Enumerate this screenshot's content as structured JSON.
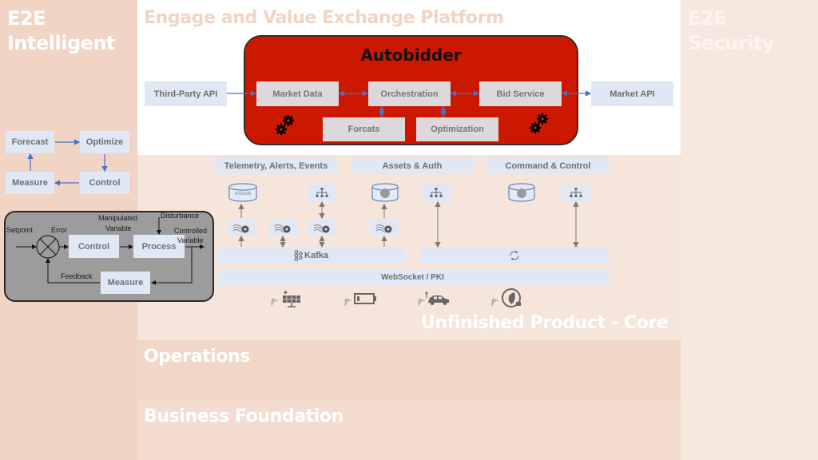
{
  "columns": {
    "left": {
      "line1": "E2E",
      "line2": "Intelligent"
    },
    "right": {
      "line1": "E2E",
      "line2": "Security"
    }
  },
  "platform": {
    "title": "Engage and Value Exchange Platform"
  },
  "autobidder": {
    "title": "Autobidder",
    "modules": {
      "market_data": "Market Data",
      "orchestration": "Orchestration",
      "bid_service": "Bid Service",
      "forecast": "Forcats",
      "optimization": "Optimization"
    },
    "external": {
      "third_party_api": "Third-Party API",
      "market_api": "Market API"
    },
    "icons": [
      "gears-icon",
      "gears-icon"
    ]
  },
  "cycle": {
    "forecast": "Forecast",
    "optimize": "Optimize",
    "control": "Control",
    "measure": "Measure"
  },
  "control_loop": {
    "setpoint": "Setpoint",
    "error": "Error",
    "manipulated_1": "Manipulated",
    "manipulated_2": "Variable",
    "disturbance": "Disturbance",
    "controlled_1": "Controlled",
    "controlled_2": "Variable",
    "feedback": "Feedback",
    "control": "Control",
    "process": "Process",
    "measure": "Measure"
  },
  "core": {
    "headers": {
      "telemetry": "Telemetry, Alerts, Events",
      "assets": "Assets & Auth",
      "command": "Command & Control"
    },
    "influx_label": "influxdb",
    "kafka": "Kafka",
    "websocket": "WebSocket / PKI",
    "devices": [
      "solar-panel-icon",
      "battery-icon",
      "electric-car-icon",
      "ev-charger-icon"
    ],
    "subtitle": "Unfinished Product - Core"
  },
  "bands": {
    "operations": "Operations",
    "business": "Business Foundation"
  },
  "colors": {
    "autobidder_red": "#cc1800",
    "connector_blue": "#4472c4",
    "box_blue": "#dfe8f4",
    "left_column": "#f1d4c3",
    "right_column": "#f6e8df"
  }
}
